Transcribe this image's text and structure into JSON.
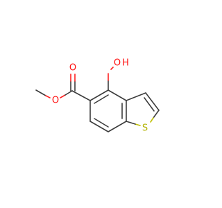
{
  "molecule": {
    "atoms": {
      "O_hydroxyl": {
        "symbol": "O",
        "hydrogen": "H",
        "color": "#ff0d0d"
      },
      "O_carbonyl": {
        "symbol": "O",
        "color": "#ff0d0d"
      },
      "O_ester": {
        "symbol": "O",
        "color": "#ff0d0d"
      },
      "S_ring": {
        "symbol": "S",
        "color": "#b2b200"
      }
    },
    "bond_color": "#3c3c3c"
  }
}
